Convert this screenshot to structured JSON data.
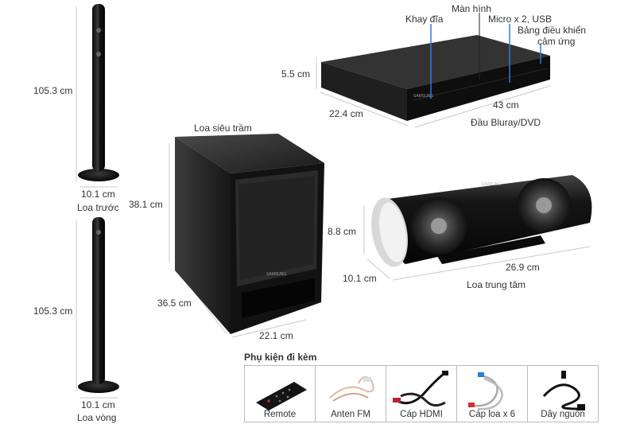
{
  "labels": {
    "front_height": "105.3 cm",
    "front_base": "10.1 cm",
    "front_name": "Loa trước",
    "rear_height": "105.3 cm",
    "rear_base": "10.1 cm",
    "rear_name": "Loa vòng",
    "sub_name": "Loa siêu trầm",
    "sub_height": "38.1 cm",
    "sub_depth": "36.5 cm",
    "sub_width": "22.1 cm",
    "player_tray": "Khay đĩa",
    "player_display": "Màn hình",
    "player_mic": "Micro x 2, USB",
    "player_touch_1": "Bảng điều khiển",
    "player_touch_2": "cảm ứng",
    "player_height": "5.5 cm",
    "player_depth": "22.4 cm",
    "player_width": "43 cm",
    "player_name": "Đầu Bluray/DVD",
    "center_height": "8.8 cm",
    "center_depth": "10.1 cm",
    "center_width": "26.9 cm",
    "center_name": "Loa trung tâm"
  },
  "accessories": {
    "title": "Phụ kiện đi kèm",
    "items": [
      {
        "name": "Remote"
      },
      {
        "name": "Anten FM"
      },
      {
        "name": "Cáp HDMI"
      },
      {
        "name": "Cáp loa x 6"
      },
      {
        "name": "Dây nguồn"
      }
    ]
  },
  "colors": {
    "body": "#151515",
    "highlight": "#5a5a5a",
    "dim_line": "#c8c8c8",
    "accent_blue": "#2a7fd4"
  }
}
